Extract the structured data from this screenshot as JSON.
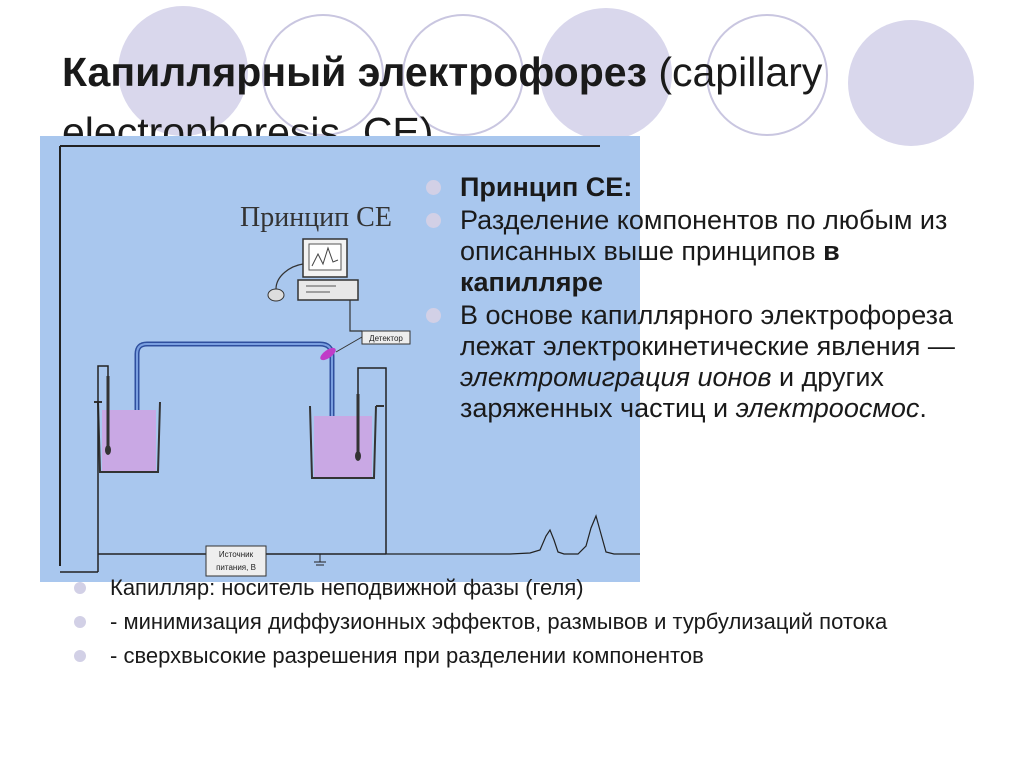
{
  "slide": {
    "title_bold": "Капиллярный электрофорез",
    "title_rest": " (capillary electrophoresis, CE).",
    "colors": {
      "diagram_bg": "#a9c7ee",
      "bullet": "#d2d0e6",
      "decor_circle": "#d9d7ec",
      "buffer": "#c9a8e4"
    }
  },
  "diagram": {
    "heading": "Принцип CE",
    "detector_label": "Детектор",
    "power_label_line1": "Источник",
    "power_label_line2": "питания, В"
  },
  "principle_items": [
    {
      "bold": "Принцип CE:"
    },
    {
      "text": "Разделение компонентов по любым из описанных выше принципов ",
      "bold_tail": "в капилляре"
    },
    {
      "text_a": "В основе капиллярного электрофореза лежат электрокинетические явления — ",
      "italic_a": "электромиграция ионов",
      "text_b": " и других заряженных частиц и ",
      "italic_b": "электроосмос",
      "tail": "."
    }
  ],
  "bottom_items": [
    "Капилляр: носитель неподвижной фазы (геля)",
    "- минимизация диффузионных эффектов, размывов и турбулизаций потока",
    "- сверхвысокие разрешения при разделении компонентов"
  ]
}
